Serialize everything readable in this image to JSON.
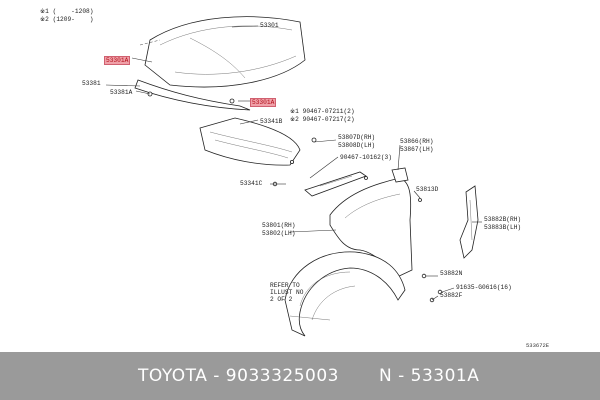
{
  "header_notes": [
    "※1 (    -1208)",
    "※2 (1209-    )"
  ],
  "callouts": {
    "hood": "53301",
    "hood_highlight_left": "53301A",
    "hood_highlight_right": "53301A",
    "seal": "53381",
    "seal_sub": "53381A",
    "clip1": "※1 90467-07211(2)",
    "clip2": "※2 90467-07217(2)",
    "ins": "53341B",
    "ins_c": "53341C",
    "ext_rh": "53807D(RH)",
    "ext_lh": "53808D(LH)",
    "clip3": "90467-10162(3)",
    "fender_rh": "53801(RH)",
    "fender_lh": "53802(LH)",
    "brk_rh": "53866(RH)",
    "brk_lh": "53867(LH)",
    "bolt": "53813D",
    "panel_rh": "53882B(RH)",
    "panel_lh": "53883B(LH)",
    "n": "53882N",
    "screw": "91635-G0616(16)",
    "f": "53882F",
    "refer": "REFER TO\nILLUST NO\n2 OF 2"
  },
  "image_code": "533672E",
  "footer": {
    "part": "TOYOTA - 9033325003",
    "ref": "N - 53301A"
  },
  "colors": {
    "footer_bg": "#9a9a9a",
    "highlight": "#f0a0a8"
  }
}
